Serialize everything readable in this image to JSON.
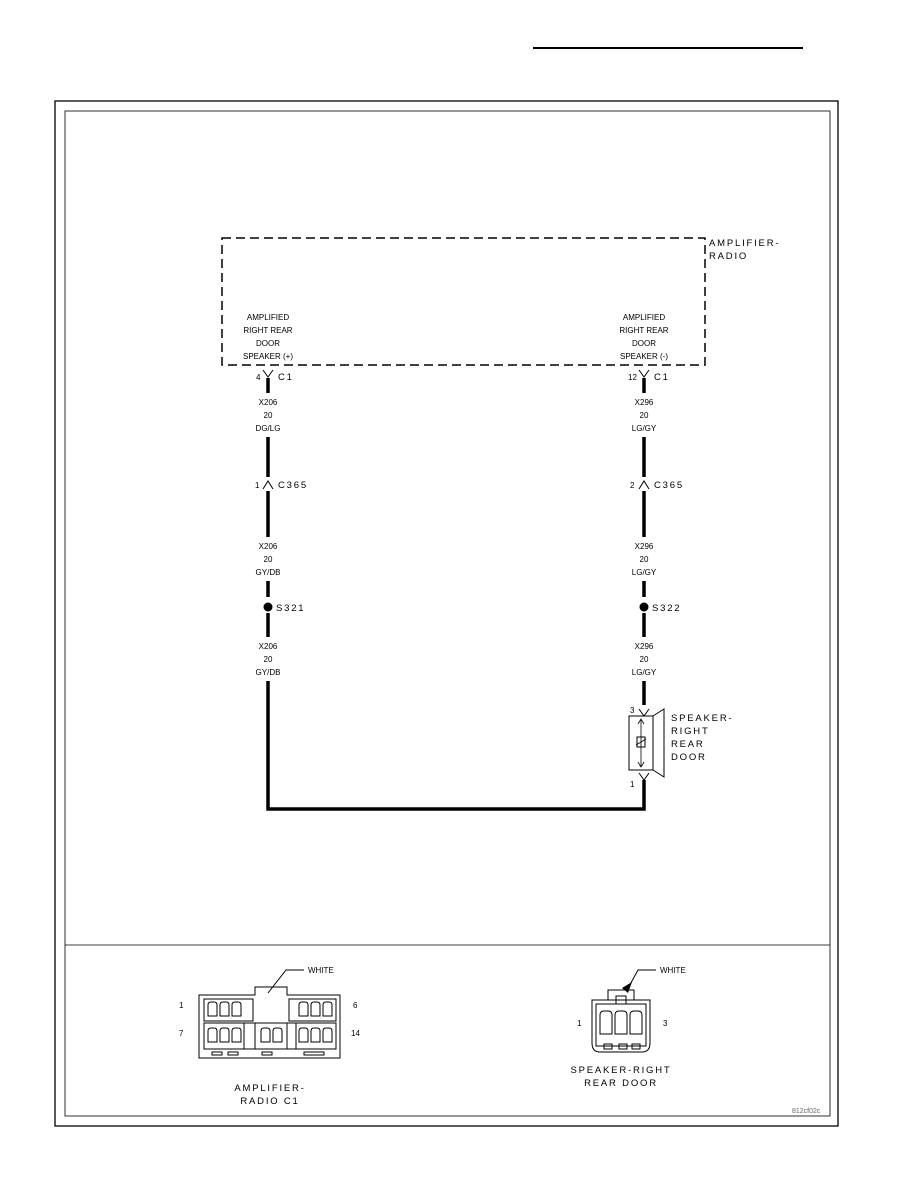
{
  "module": {
    "name_line1": "AMPLIFIER-",
    "name_line2": "RADIO"
  },
  "pins": {
    "left": {
      "line1": "AMPLIFIED",
      "line2": "RIGHT REAR",
      "line3": "DOOR",
      "line4": "SPEAKER (+)",
      "pin": "4",
      "connector": "C1"
    },
    "right": {
      "line1": "AMPLIFIED",
      "line2": "RIGHT REAR",
      "line3": "DOOR",
      "line4": "SPEAKER (-)",
      "pin": "12",
      "connector": "C1"
    }
  },
  "wires": {
    "left": [
      {
        "circuit": "X206",
        "gauge": "20",
        "color": "DG/LG"
      },
      {
        "circuit": "X206",
        "gauge": "20",
        "color": "GY/DB"
      },
      {
        "circuit": "X206",
        "gauge": "20",
        "color": "GY/DB"
      }
    ],
    "right": [
      {
        "circuit": "X296",
        "gauge": "20",
        "color": "LG/GY"
      },
      {
        "circuit": "X296",
        "gauge": "20",
        "color": "LG/GY"
      },
      {
        "circuit": "X296",
        "gauge": "20",
        "color": "LG/GY"
      }
    ]
  },
  "inline_connector": {
    "left": {
      "pin": "1",
      "name": "C365"
    },
    "right": {
      "pin": "2",
      "name": "C365"
    }
  },
  "splices": {
    "left": "S321",
    "right": "S322"
  },
  "speaker": {
    "line1": "SPEAKER-",
    "line2": "RIGHT",
    "line3": "REAR",
    "line4": "DOOR",
    "pin_top": "3",
    "pin_bottom": "1"
  },
  "connector_views": {
    "amp": {
      "color_label": "WHITE",
      "pin_1": "1",
      "pin_6": "6",
      "pin_7": "7",
      "pin_14": "14",
      "name_line1": "AMPLIFIER-",
      "name_line2": "RADIO C1"
    },
    "speaker": {
      "color_label": "WHITE",
      "pin_1": "1",
      "pin_3": "3",
      "name_line1": "SPEAKER-RIGHT",
      "name_line2": "REAR DOOR"
    }
  },
  "figure_id": "812cf02c"
}
